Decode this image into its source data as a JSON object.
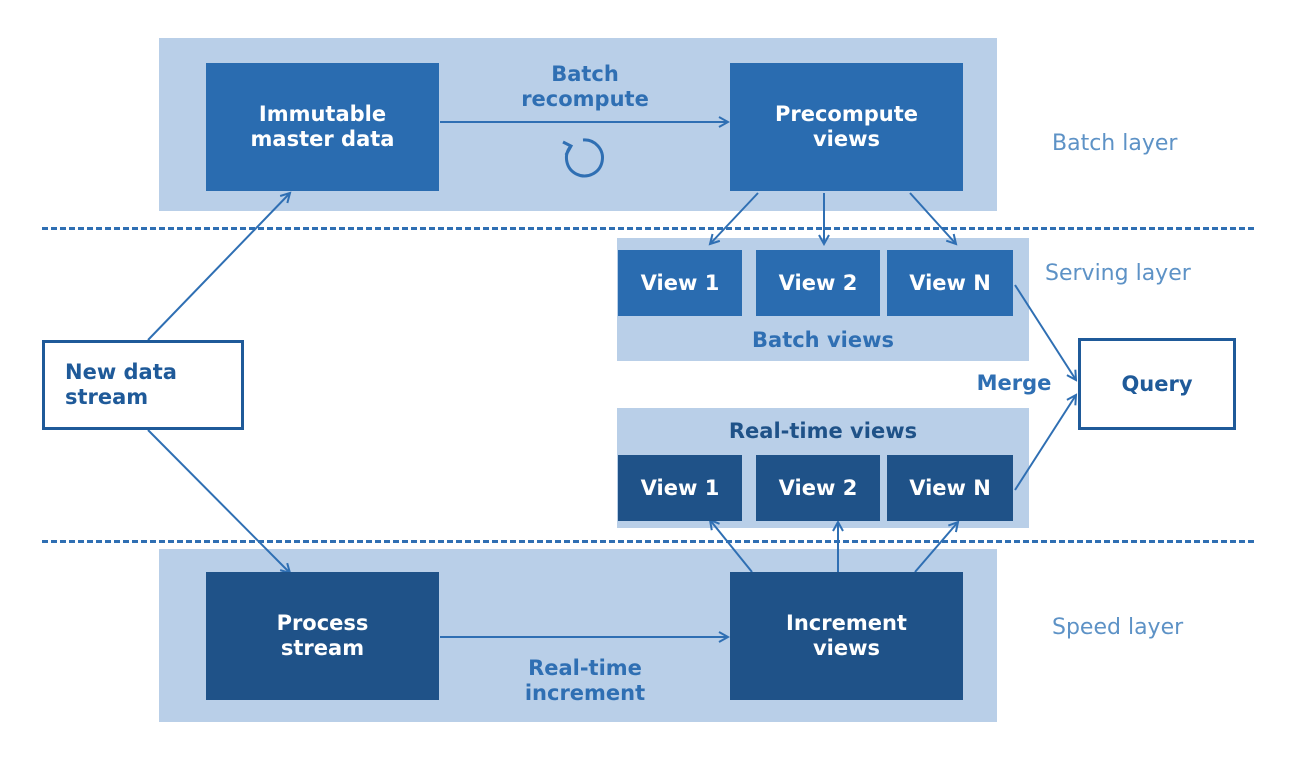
{
  "layers": {
    "batch": "Batch layer",
    "serving": "Serving layer",
    "speed": "Speed layer"
  },
  "nodes": {
    "immutable": "Immutable\nmaster data",
    "precompute": "Precompute\nviews",
    "new_data": "New data\nstream",
    "query": "Query",
    "process": "Process\nstream",
    "increment": "Increment\nviews"
  },
  "edge_labels": {
    "batch_recompute": "Batch\nrecompute",
    "real_time_increment": "Real-time\nincrement",
    "merge": "Merge"
  },
  "batch_views": {
    "caption": "Batch views",
    "items": [
      "View 1",
      "View 2",
      "View N"
    ]
  },
  "realtime_views": {
    "caption": "Real-time views",
    "items": [
      "View 1",
      "View 2",
      "View N"
    ]
  },
  "icons": [
    "cycle-icon"
  ],
  "colors": {
    "panel": "#b9cfe8",
    "box_dark": "#1f5288",
    "box_mid": "#2a6cb0",
    "line": "#2f6fb3"
  }
}
